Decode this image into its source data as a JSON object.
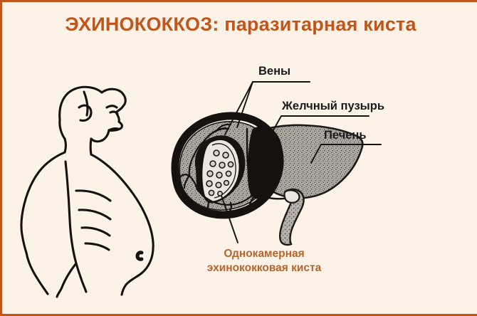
{
  "page": {
    "title": "ЭХИНОКОККОЗ: паразитарная киста",
    "background_color": "#fdf2e8",
    "border_color": "#c1551a",
    "title_color": "#c1551a",
    "caption_color": "#b5652e",
    "label_color": "#1b1b1b"
  },
  "caption": {
    "line1": "Однокамерная",
    "line2": "эхинококковая киста",
    "full_text": "Однокамерная эхинококковая киста"
  },
  "labels": {
    "veins": "Вены",
    "gallbladder": "Желчный пузырь",
    "liver": "Печень"
  },
  "figures": {
    "patient": "human-male-profile-distended-abdomen",
    "anatomy": "liver-with-hydatid-cyst"
  },
  "anatomy_parts": {
    "liver_tissue": "liver-parenchyma-stippled",
    "cyst_capsule": "thick-black-cyst-wall",
    "cyst_body": "unilocular-echinococcal-cyst",
    "protoscolices": "daughter-cyst-dots",
    "gallbladder": "gallbladder-solid-black",
    "hepatic_veins": "hepatic-vein-branches",
    "portal_vessel": "descending-portal-vessel"
  }
}
